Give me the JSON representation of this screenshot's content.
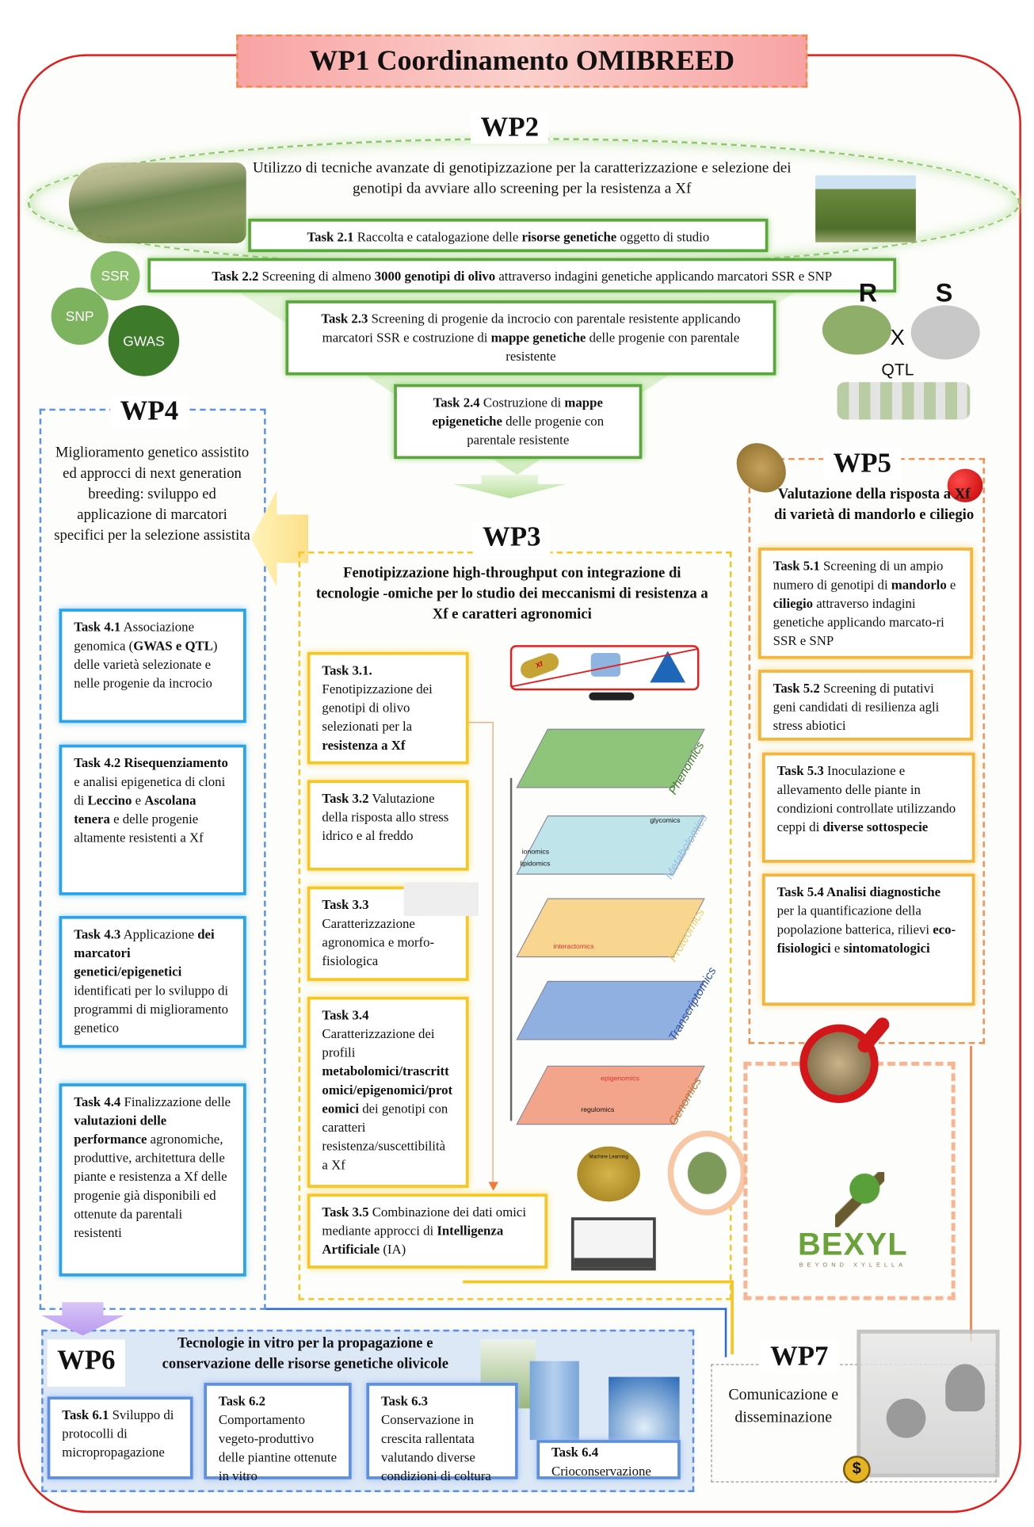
{
  "wp1": {
    "title": "WP1 Coordinamento OMIBREED"
  },
  "wp2": {
    "label": "WP2",
    "description": "Utilizzo di tecniche avanzate di genotipizzazione per la caratterizzazione e selezione dei genotipi da avviare allo screening per la resistenza a Xf",
    "tasks": [
      [
        [
          "Task 2.1",
          1
        ],
        [
          " Raccolta e catalogazione delle ",
          0
        ],
        [
          "risorse genetiche",
          1
        ],
        [
          " oggetto di studio",
          0
        ]
      ],
      [
        [
          "Task 2.2",
          1
        ],
        [
          " Screening di almeno ",
          0
        ],
        [
          "3000 genotipi di olivo",
          1
        ],
        [
          " attraverso indagini genetiche applicando marcatori SSR e SNP",
          0
        ]
      ],
      [
        [
          "Task 2.3",
          1
        ],
        [
          " Screening di progenie da incrocio con parentale resistente applicando marcatori SSR e costruzione di ",
          0
        ],
        [
          "mappe genetiche",
          1
        ],
        [
          " delle progenie con parentale resistente",
          0
        ]
      ],
      [
        [
          "Task 2.4",
          1
        ],
        [
          " Costruzione di ",
          0
        ],
        [
          "mappe epigenetiche",
          1
        ],
        [
          " delle progenie con parentale resistente",
          0
        ]
      ]
    ],
    "gears": [
      "SSR",
      "SNP",
      "GWAS"
    ],
    "cross": {
      "r": "R",
      "s": "S",
      "x": "X",
      "qtl": "QTL"
    }
  },
  "wp4": {
    "label": "WP4",
    "description": "Miglioramento genetico assistito ed approcci di next generation breeding: sviluppo ed applicazione di marcatori specifici per la selezione assistita",
    "tasks": [
      [
        [
          "Task 4.1",
          1
        ],
        [
          " Associazione genomica (",
          0
        ],
        [
          "GWAS e QTL",
          1
        ],
        [
          ") delle varietà selezionate e nelle progenie da incrocio",
          0
        ]
      ],
      [
        [
          "Task 4.2",
          1
        ],
        [
          " ",
          0
        ],
        [
          "Risequenziamento",
          1
        ],
        [
          " e analisi epigenetica di cloni di ",
          0
        ],
        [
          "Leccino",
          1
        ],
        [
          " e ",
          0
        ],
        [
          "Ascolana tenera",
          1
        ],
        [
          " e delle progenie altamente resistenti a Xf",
          0
        ]
      ],
      [
        [
          "Task  4.3",
          1
        ],
        [
          " Applicazione ",
          0
        ],
        [
          "dei marcatori genetici/epigenetici",
          1
        ],
        [
          " identificati per lo sviluppo di programmi di miglioramento genetico",
          0
        ]
      ],
      [
        [
          "Task 4.4",
          1
        ],
        [
          " Finalizzazione delle ",
          0
        ],
        [
          "valutazioni delle performance",
          1
        ],
        [
          " agronomiche, produttive, architettura delle piante e resistenza a Xf delle progenie già disponibili ed ottenute da parentali resistenti",
          0
        ]
      ]
    ]
  },
  "wp3": {
    "label": "WP3",
    "description": "Fenotipizzazione high-throughput  con integrazione di tecnologie -omiche per lo studio dei meccanismi di resistenza a Xf e caratteri agronomici",
    "tasks": [
      [
        [
          "Task 3.1.",
          1
        ],
        [
          " Fenotipizzazione dei genotipi di olivo selezionati per la ",
          0
        ],
        [
          "resistenza a Xf",
          1
        ]
      ],
      [
        [
          "Task 3.2",
          1
        ],
        [
          " Valutazione della risposta allo stress idrico e al freddo",
          0
        ]
      ],
      [
        [
          "Task 3.3",
          1
        ],
        [
          " Caratterizzazione agronomica e morfo-fisiologica",
          0
        ]
      ],
      [
        [
          "Task 3.4",
          1
        ],
        [
          " Caratterizzazione dei profili ",
          0
        ],
        [
          "metabolomici/trascrittomici/epigenomici/proteomici",
          1
        ],
        [
          " dei genotipi con caratteri resistenza/suscettibilità a Xf",
          0
        ]
      ],
      [
        [
          "Task 3.5",
          1
        ],
        [
          " Combinazione dei dati omici mediante approcci di ",
          0
        ],
        [
          "Intelligenza Artificiale",
          1
        ],
        [
          " (IA)",
          0
        ]
      ]
    ],
    "omics": {
      "phenomics": "Phenomics",
      "metabolomics": "Metabolomics",
      "proteomics": "Proteomics",
      "transcriptomics": "Transcriptomics",
      "genomics": "Genomics",
      "glycomics": "glycomics",
      "ionomics": "ionomics",
      "lipidomics": "lipidomics",
      "interactomics": "interactomics",
      "epigenomics": "epigenomics",
      "regulomics": "regulomics",
      "xf": "Xf"
    },
    "ml_label": "Machine Learning"
  },
  "wp5": {
    "label": "WP5",
    "description": "Valutazione della risposta a Xf di varietà di mandorlo e ciliegio",
    "tasks": [
      [
        [
          "Task 5.1",
          1
        ],
        [
          " Screening di un ampio numero di genotipi di ",
          0
        ],
        [
          "mandorlo",
          1
        ],
        [
          " e ",
          0
        ],
        [
          "ciliegio",
          1
        ],
        [
          " attraverso indagini genetiche applicando marcato-ri SSR e SNP",
          0
        ]
      ],
      [
        [
          "Task 5.2",
          1
        ],
        [
          " Screening di putativi geni candidati di resilienza agli stress abiotici",
          0
        ]
      ],
      [
        [
          "Task 5.3",
          1
        ],
        [
          " Inoculazione e allevamento delle piante in condizioni controllate utilizzando ceppi di ",
          0
        ],
        [
          "diverse sottospecie",
          1
        ]
      ],
      [
        [
          "Task 5.4 Analisi diagnostiche",
          1
        ],
        [
          " per la quantificazione della popolazione batterica, rilievi ",
          0
        ],
        [
          "eco-fisiologici",
          1
        ],
        [
          " e ",
          0
        ],
        [
          "sintomatologici",
          1
        ]
      ]
    ]
  },
  "bexyl": {
    "name": "BEXYL",
    "tagline": "BEYOND XYLELLA"
  },
  "wp6": {
    "label": "WP6",
    "description": "Tecnologie in vitro per la propagazione e conservazione delle risorse genetiche olivicole",
    "tasks": [
      [
        [
          "Task 6.1",
          1
        ],
        [
          " Sviluppo di protocolli di micropropagazione",
          0
        ]
      ],
      [
        [
          "Task 6.2",
          1
        ],
        [
          " Comportamento vegeto-produttivo delle piantine ottenute in vitro",
          0
        ]
      ],
      [
        [
          "Task 6.3",
          1
        ],
        [
          " Conservazione in crescita rallentata valutando diverse condizioni di coltura",
          0
        ]
      ],
      [
        [
          "Task 6.4",
          1
        ],
        [
          " Crioconservazione",
          0
        ]
      ]
    ]
  },
  "wp7": {
    "label": "WP7",
    "description": "Comunicazione e disseminazione",
    "coin": "$"
  },
  "colors": {
    "frame": "#e31b1b",
    "wp2": "#5aa83c",
    "wp3": "#f7c623",
    "wp4": "#2aa3e8",
    "wp5": "#f6b53a",
    "wp6": "#5c8fe0"
  }
}
